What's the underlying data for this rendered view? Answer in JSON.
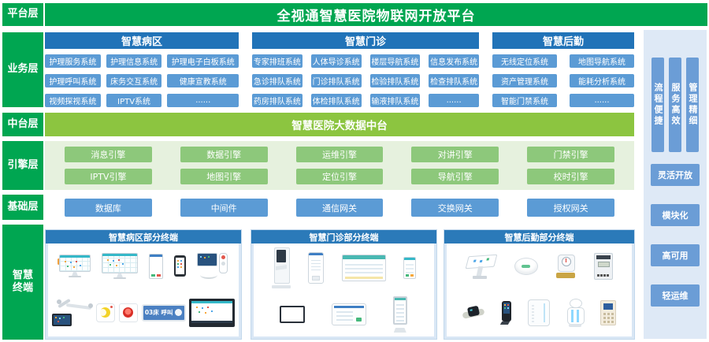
{
  "colors": {
    "brand_green": "#00A651",
    "middle_green": "#8CC540",
    "engine_green": "#8DC87B",
    "engine_bg": "#E6F1DE",
    "header_blue": "#2173B8",
    "chip_blue": "#5B9BD5",
    "right_panel_bg": "#DEE9F6",
    "pill_blue": "#6B9DD6"
  },
  "layers": {
    "platform": "平台层",
    "business": "业务层",
    "middle": "中台层",
    "engine": "引擎层",
    "base": "基础层",
    "terminal": "智慧终端"
  },
  "header": {
    "title": "全视通智慧医院物联网开放平台"
  },
  "business": {
    "groups": [
      {
        "title": "智慧病区",
        "items": [
          "护理服务系统",
          "护理信息系统",
          "护理电子白板系统",
          "护理呼叫系统",
          "床务交互系统",
          "健康宣教系统",
          "视频探视系统",
          "IPTV系统",
          "......"
        ]
      },
      {
        "title": "智慧门诊",
        "items": [
          "专家排班系统",
          "人体导诊系统",
          "楼层导航系统",
          "信息发布系统",
          "急诊排队系统",
          "门诊排队系统",
          "检验排队系统",
          "检查排队系统",
          "药房排队系统",
          "体检排队系统",
          "输液排队系统",
          "......"
        ]
      },
      {
        "title": "智慧后勤",
        "items": [
          "无线定位系统",
          "地图导航系统",
          "资产管理系统",
          "能耗分析系统",
          "智能门禁系统",
          "......"
        ]
      }
    ]
  },
  "middle": {
    "banner": "智慧医院大数据中台"
  },
  "engine": {
    "items": [
      "消息引擎",
      "数据引擎",
      "运维引擎",
      "对讲引擎",
      "门禁引擎",
      "IPTV引擎",
      "地图引擎",
      "定位引擎",
      "导航引擎",
      "校时引擎"
    ]
  },
  "base": {
    "items": [
      "数据库",
      "中间件",
      "通信网关",
      "交换网关",
      "授权网关"
    ]
  },
  "terminals": {
    "panels": [
      {
        "title": "智慧病区部分终端",
        "door_sign_text": "03床 呼叫",
        "devices": [
          "nurse-host-display",
          "ward-overview-monitor",
          "ward-door-screen",
          "nurse-smartphone",
          "bedside-handset",
          "bedside-arm-terminal",
          "corridor-dome-light",
          "sos-call-button",
          "bed-door-sign",
          "ward-wall-board"
        ]
      },
      {
        "title": "智慧门诊部分终端",
        "devices": [
          "self-service-kiosk",
          "wall-mounted-kiosk",
          "queue-display-board",
          "clinic-door-display",
          "wall-screen-keypad",
          "consult-tablet",
          "vertical-signage"
        ]
      },
      {
        "title": "智慧后勤部分终端",
        "devices": [
          "interactive-touch-table",
          "location-beacon",
          "smart-water-meter",
          "smart-electric-meter",
          "smart-wristband",
          "handheld-terminal",
          "air-purifier",
          "disinfection-robot",
          "access-control-keypad"
        ]
      }
    ]
  },
  "right": {
    "vertical": [
      "流程便捷",
      "服务高效",
      "管理精细"
    ],
    "pills": [
      "灵活开放",
      "模块化",
      "高可用",
      "轻运维"
    ]
  }
}
